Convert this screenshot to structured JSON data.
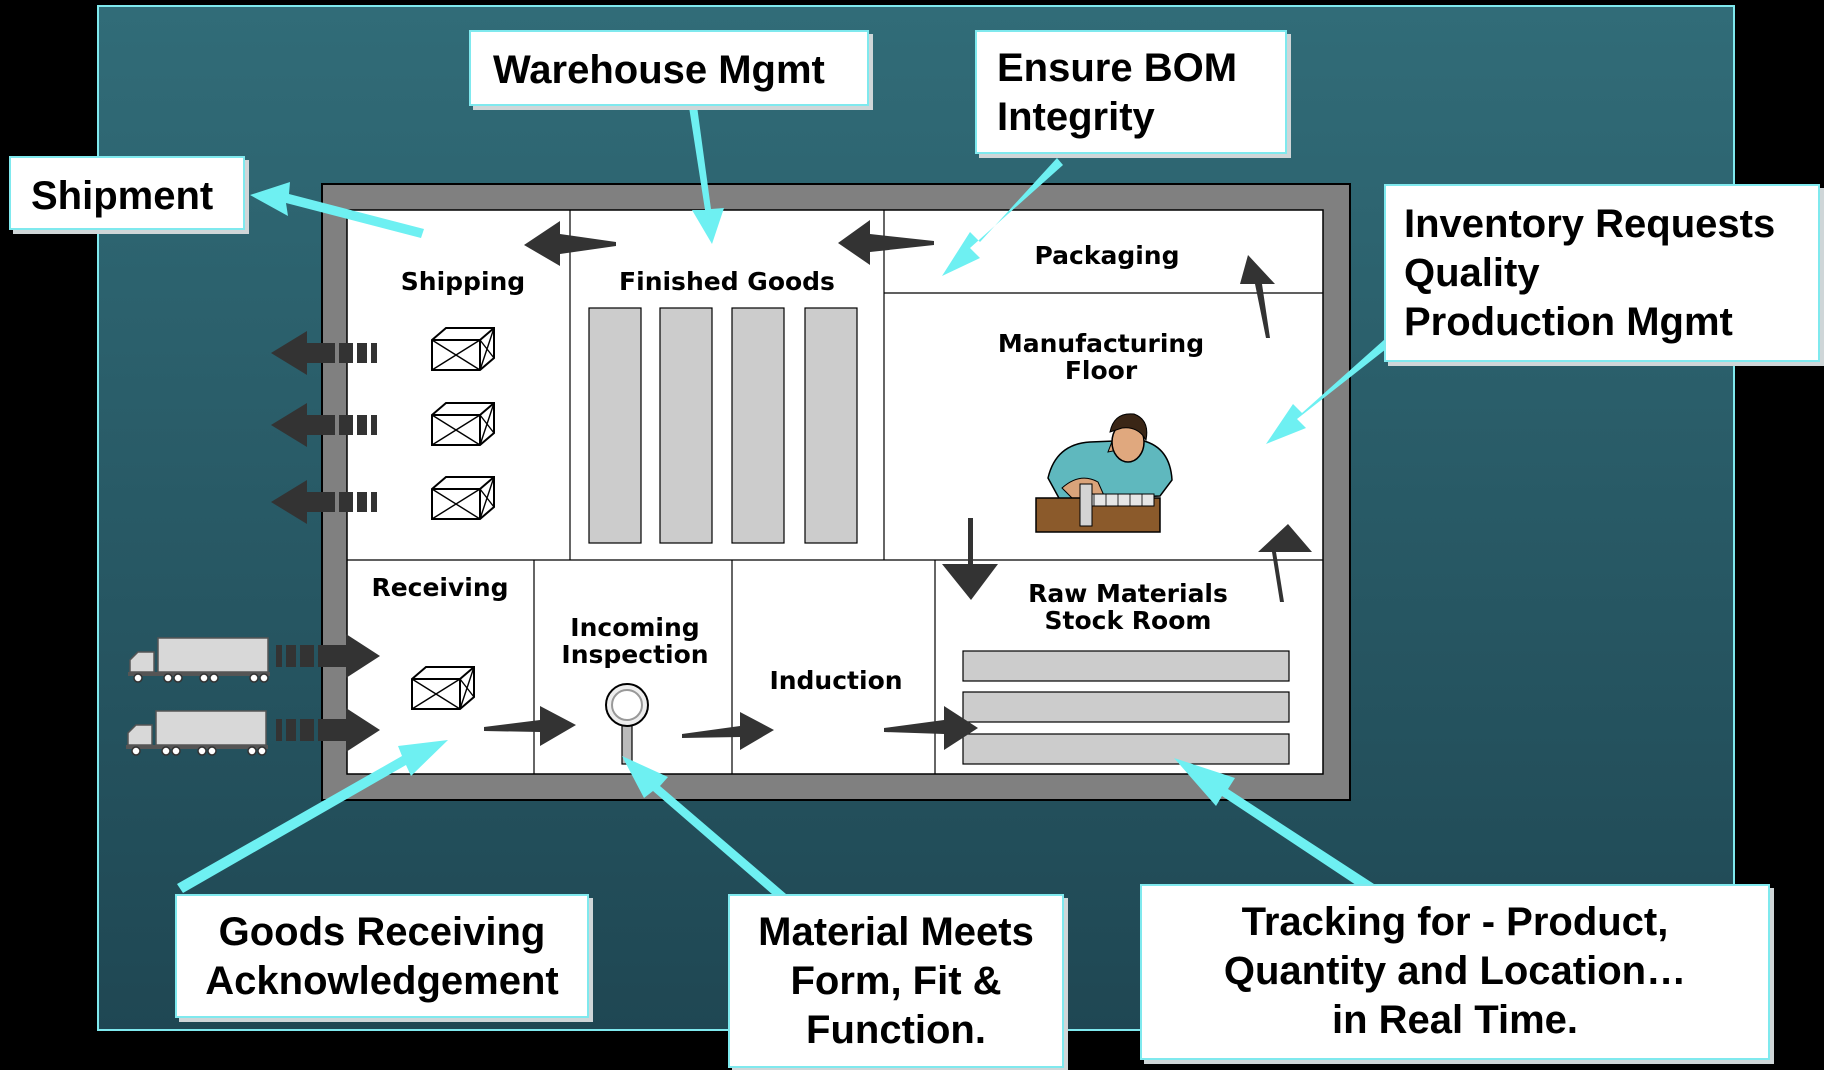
{
  "colors": {
    "background_top": "#316c78",
    "background_bottom": "#1f4753",
    "callout_border": "#7fe9ee",
    "pointer": "#6ef0f2",
    "building_wall": "#808080",
    "rack_fill": "#cccccc"
  },
  "callouts": {
    "warehouse": "Warehouse Mgmt",
    "bom": [
      "Ensure BOM",
      "Integrity"
    ],
    "shipment": "Shipment",
    "inventory": [
      "Inventory Requests",
      "Quality",
      "Production Mgmt"
    ],
    "goods_receiving": [
      "Goods Receiving",
      "Acknowledgement"
    ],
    "material": [
      "Material Meets",
      "Form, Fit &",
      "Function."
    ],
    "tracking": [
      "Tracking for - Product,",
      "Quantity and Location…",
      "in Real Time."
    ]
  },
  "rooms": {
    "shipping": "Shipping",
    "finished_goods": "Finished Goods",
    "packaging": "Packaging",
    "manufacturing": [
      "Manufacturing",
      "Floor"
    ],
    "receiving": "Receiving",
    "incoming_inspection": [
      "Incoming",
      "Inspection"
    ],
    "induction": "Induction",
    "raw_materials": [
      "Raw Materials",
      "Stock Room"
    ]
  },
  "icons": [
    "box-icon",
    "truck-icon",
    "magnifier-icon",
    "worker-illustration",
    "block-arrow-icon"
  ]
}
